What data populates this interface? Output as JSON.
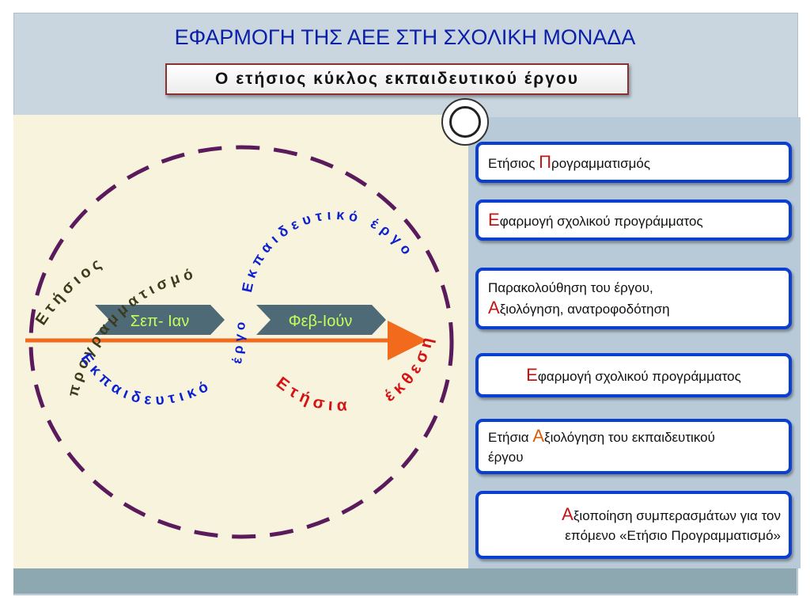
{
  "title": "ΕΦΑΡΜΟΓΗ ΤΗΣ ΑΕΕ ΣΤΗ ΣΧΟΛΙΚΗ ΜΟΝΑΔΑ",
  "subtitle": "Ο ετήσιος κύκλος εκπαιδευτικού έργου",
  "colors": {
    "title": "#0a1fa8",
    "circle": "#5a1a5c",
    "arrow": "#f26a1b",
    "chevron": "#4f6a77",
    "chevron_text": "#c6ff5a",
    "blue_text": "#0a1fcf",
    "red_text": "#d41414",
    "olive_text": "#3b3a1a",
    "box_border": "#0a3fcf",
    "initial_red": "#c41414",
    "initial_orange": "#d85e0a"
  },
  "diagram": {
    "chevron_1": "Σεπ- Ιαν",
    "chevron_2": "Φεβ-Ιούν",
    "arc_annual_top": "Ετήσιος",
    "arc_programming": "προγραμματισμός",
    "arc_educational_left": "Εκπαιδευτικό",
    "arc_work_middle": "έργο",
    "arc_educational_right": "Εκπαιδευτικό έργο",
    "arc_annual_red": "Ετήσια",
    "arc_report_red": "έκθεση"
  },
  "steps": [
    {
      "initial": "Π",
      "before": "Ετήσιος ",
      "after": "ρογραμματισμός",
      "initial_color": "red"
    },
    {
      "initial": "Ε",
      "before": "",
      "after": "φαρμογή σχολικού προγράμματος",
      "initial_color": "red"
    },
    {
      "line1": "Παρακολούθηση  του έργου,",
      "initial": "Α",
      "after": "ξιολόγηση, ανατροφοδότηση",
      "initial_color": "red"
    },
    {
      "initial": "Ε",
      "before": "",
      "after": "φαρμογή σχολικού προγράμματος",
      "initial_color": "red"
    },
    {
      "before": "Ετήσια ",
      "initial": "Α",
      "after": "ξιολόγηση του εκπαιδευτικού",
      "line2": "έργου",
      "initial_color": "orange"
    },
    {
      "initial": "Α",
      "after": "ξιοποίηση συμπερασμάτων για τον",
      "line2": "επόμενο «Ετήσιο  Προγραμματισμό»",
      "initial_color": "red"
    }
  ]
}
